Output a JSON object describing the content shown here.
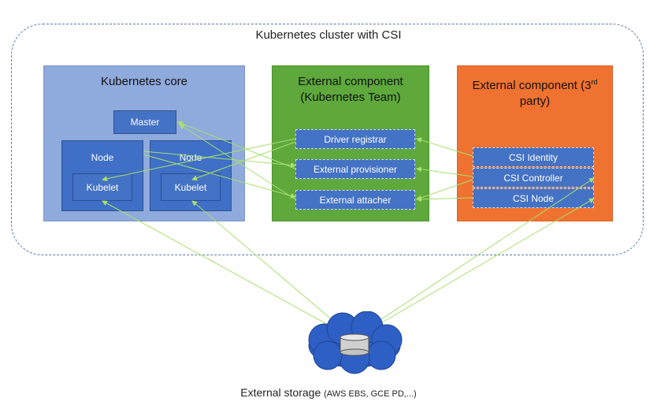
{
  "cluster": {
    "title": "Kubernetes cluster with CSI"
  },
  "core": {
    "title": "Kubernetes core",
    "master": "Master",
    "nodes": [
      {
        "label": "Node",
        "kubelet": "Kubelet"
      },
      {
        "label": "Node",
        "kubelet": "Kubelet"
      }
    ]
  },
  "k8s_team": {
    "title_line1": "External component",
    "title_line2": "(Kubernetes Team)",
    "items": [
      "Driver registrar",
      "External provisioner",
      "External attacher"
    ]
  },
  "third_party": {
    "title_prefix": "External component (3",
    "title_sup": "rd",
    "title_line2": "party)",
    "items": [
      "CSI Identity",
      "CSI Controller",
      "CSI Node"
    ]
  },
  "storage": {
    "label": "External storage",
    "label_detail": "(AWS EBS, GCE PD,...)"
  },
  "colors": {
    "core_panel": "#8faadc",
    "team_panel": "#5ea83c",
    "third_party_panel": "#f07230",
    "component_box": "#4472c4",
    "arrow": "#a9e070",
    "cloud": "#2e5fc4"
  }
}
